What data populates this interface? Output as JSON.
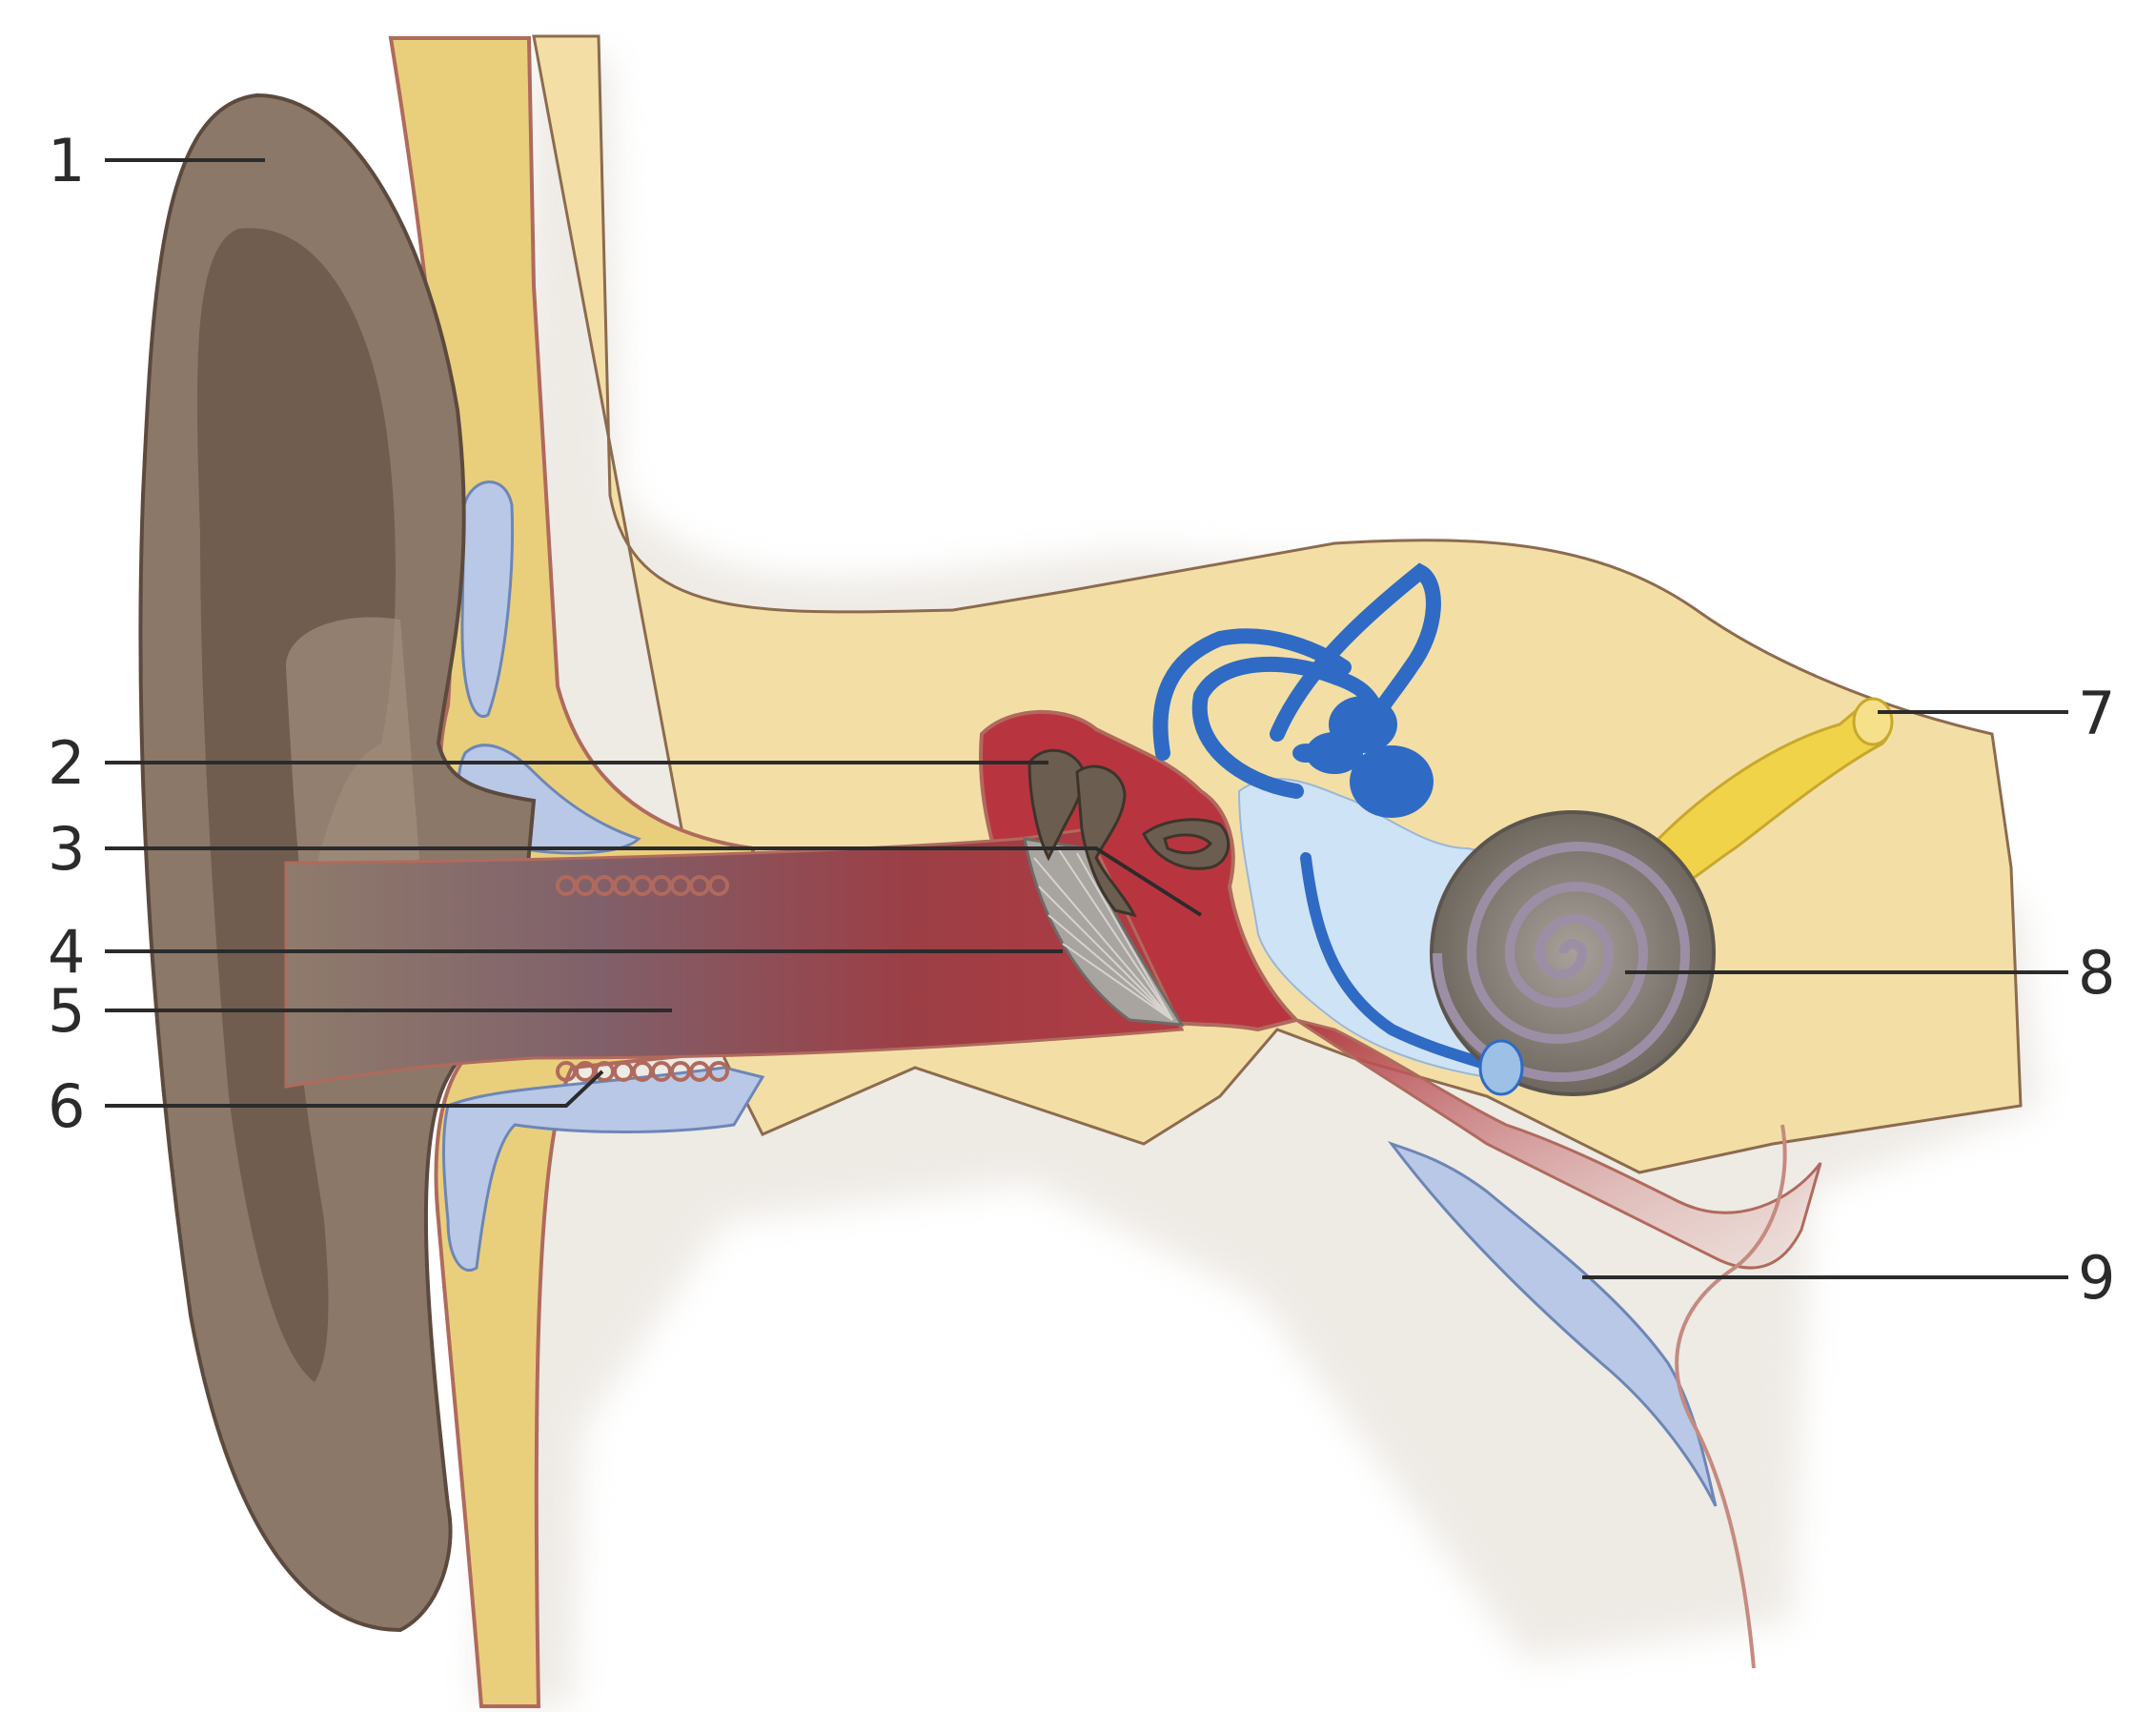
{
  "diagram": {
    "subject": "ear-cross-section",
    "labels": [
      {
        "id": "label-1",
        "text": "1",
        "target": "outer-ear-auricle"
      },
      {
        "id": "label-2",
        "text": "2",
        "target": "ossicles"
      },
      {
        "id": "label-3",
        "text": "3",
        "target": "middle-ear-cavity"
      },
      {
        "id": "label-4",
        "text": "4",
        "target": "eardrum"
      },
      {
        "id": "label-5",
        "text": "5",
        "target": "ear-canal"
      },
      {
        "id": "label-6",
        "text": "6",
        "target": "ceruminous-glands"
      },
      {
        "id": "label-7",
        "text": "7",
        "target": "auditory-nerve"
      },
      {
        "id": "label-8",
        "text": "8",
        "target": "cochlea"
      },
      {
        "id": "label-9",
        "text": "9",
        "target": "eustachian-tube"
      }
    ],
    "colors": {
      "auricle": "#8c7868",
      "auricle_inner": "#705d50",
      "bone": "#f3dfa6",
      "cartilage": "#e9cf7c",
      "soft_tissue_blue": "#b9c8e6",
      "canal_red": "#a8333d",
      "inner_ear_blue": "#2f6bc4",
      "cochlea_gray": "#807a72",
      "nerve_yellow": "#f1d34a",
      "outline": "#b06a5d",
      "text": "#2b2b2b"
    }
  }
}
